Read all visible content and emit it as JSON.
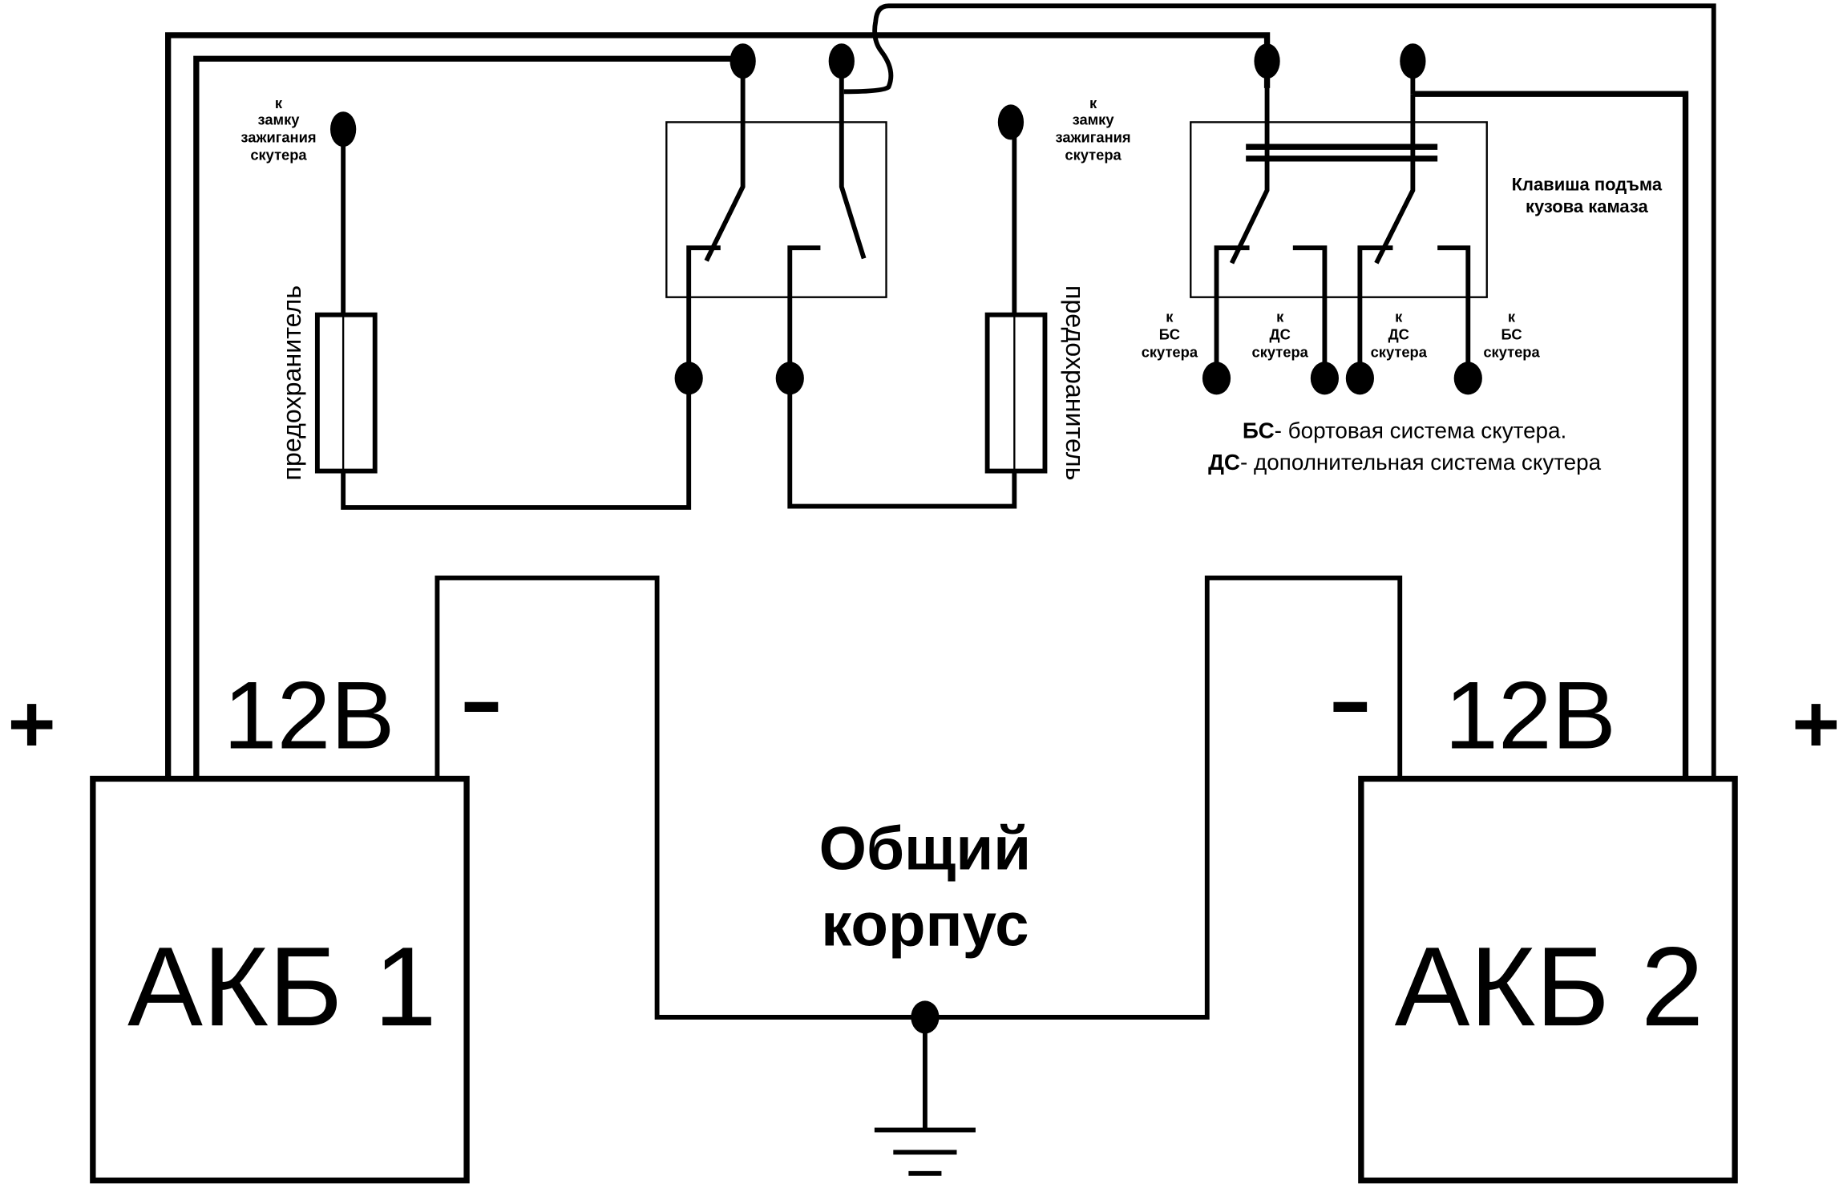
{
  "diagram": {
    "title": "Схема подключения двух АКБ скутера через клавишу",
    "colors": {
      "line": "#000000",
      "background": "#ffffff"
    },
    "batteries": [
      {
        "id": "akb1",
        "label": "АКБ 1",
        "voltage": "12В",
        "plus": "+",
        "minus": "-"
      },
      {
        "id": "akb2",
        "label": "АКБ 2",
        "voltage": "12В",
        "plus": "+",
        "minus": "-"
      }
    ],
    "ground": {
      "label_line1": "Общий",
      "label_line2": "корпус"
    },
    "fuses": [
      {
        "id": "fuse-left",
        "label": "предохранитель"
      },
      {
        "id": "fuse-right",
        "label": "предохранитель"
      }
    ],
    "ignition_labels": [
      {
        "line1": "к",
        "line2": "замку",
        "line3": "зажигания",
        "line4": "скутера"
      },
      {
        "line1": "к",
        "line2": "замку",
        "line3": "зажигания",
        "line4": "скутера"
      }
    ],
    "kamaz_switch": {
      "label_line1": "Клавиша подъма",
      "label_line2": "кузова камаза",
      "outputs": [
        {
          "line1": "к",
          "line2": "БС",
          "line3": "скутера"
        },
        {
          "line1": "к",
          "line2": "ДС",
          "line3": "скутера"
        },
        {
          "line1": "к",
          "line2": "ДС",
          "line3": "скутера"
        },
        {
          "line1": "к",
          "line2": "БС",
          "line3": "скутера"
        }
      ]
    },
    "legend": [
      {
        "abbr": "БС",
        "text": "- бортовая система скутера."
      },
      {
        "abbr": "ДС",
        "text": "- дополнительная система скутера"
      }
    ]
  }
}
